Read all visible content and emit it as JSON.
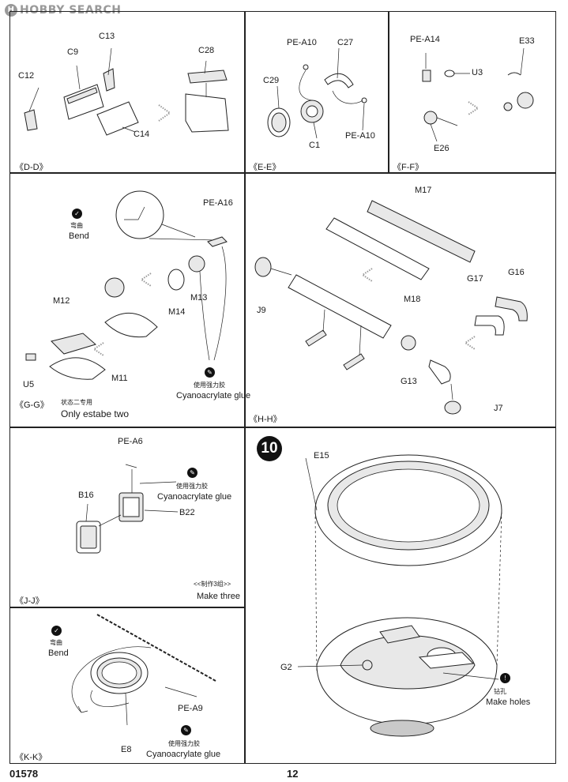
{
  "watermark": "HOBBY SEARCH",
  "panels": {
    "dd": {
      "section": "《D-D》",
      "labels": {
        "c13": "C13",
        "c9": "C9",
        "c12": "C12",
        "c28": "C28",
        "c14": "C14"
      }
    },
    "ee": {
      "section": "《E-E》",
      "labels": {
        "pea10_top": "PE-A10",
        "c27": "C27",
        "c29": "C29",
        "c1": "C1",
        "pea10_bottom": "PE-A10"
      }
    },
    "ff": {
      "section": "《F-F》",
      "labels": {
        "pea14": "PE-A14",
        "e33": "E33",
        "u3": "U3",
        "e26": "E26"
      }
    },
    "gg": {
      "section": "《G-G》",
      "note_cn": "状态二专用",
      "note_en": "Only estabe two",
      "bend_cn": "弯曲",
      "bend_en": "Bend",
      "glue_cn": "使用强力胶",
      "glue_en": "Cyanoacrylate glue",
      "labels": {
        "pea16": "PE-A16",
        "m13": "M13",
        "m14": "M14",
        "m12": "M12",
        "m11": "M11",
        "u5": "U5"
      }
    },
    "hh": {
      "section": "《H-H》",
      "labels": {
        "m17": "M17",
        "m18": "M18",
        "j9": "J9",
        "g17": "G17",
        "g16": "G16",
        "g13": "G13",
        "j7": "J7"
      }
    },
    "jj": {
      "section": "《J-J》",
      "glue_cn": "使用强力胶",
      "glue_en": "Cyanoacrylate glue",
      "make_three_cn": "<<制作3组>>",
      "make_three_en": "Make three",
      "labels": {
        "pea6": "PE-A6",
        "b16": "B16",
        "b22": "B22"
      }
    },
    "kk": {
      "section": "《K-K》",
      "bend_cn": "弯曲",
      "bend_en": "Bend",
      "glue_cn": "使用强力胶",
      "glue_en": "Cyanoacrylate glue",
      "labels": {
        "pea9": "PE-A9",
        "e8": "E8"
      }
    },
    "step10": {
      "step_number": "10",
      "drill_cn": "钻孔",
      "drill_en": "Make holes",
      "labels": {
        "e15": "E15",
        "g2": "G2"
      }
    }
  },
  "footer": {
    "kit_number": "01578",
    "page_number": "12"
  }
}
